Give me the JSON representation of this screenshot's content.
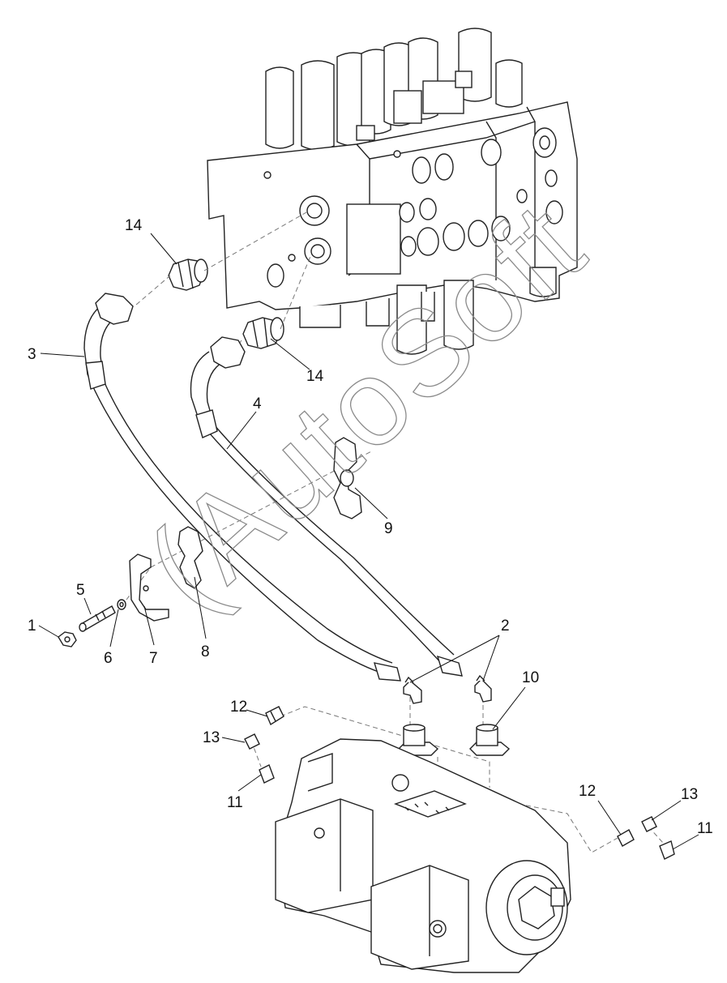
{
  "diagram": {
    "watermark": "(AutoSoft",
    "callouts": [
      {
        "id": "1",
        "text": "1"
      },
      {
        "id": "2",
        "text": "2"
      },
      {
        "id": "3",
        "text": "3"
      },
      {
        "id": "4",
        "text": "4"
      },
      {
        "id": "5",
        "text": "5"
      },
      {
        "id": "6",
        "text": "6"
      },
      {
        "id": "7",
        "text": "7"
      },
      {
        "id": "8",
        "text": "8"
      },
      {
        "id": "9",
        "text": "9"
      },
      {
        "id": "10",
        "text": "10"
      },
      {
        "id": "11a",
        "text": "11"
      },
      {
        "id": "11b",
        "text": "11"
      },
      {
        "id": "12a",
        "text": "12"
      },
      {
        "id": "12b",
        "text": "12"
      },
      {
        "id": "13a",
        "text": "13"
      },
      {
        "id": "13b",
        "text": "13"
      },
      {
        "id": "14a",
        "text": "14"
      },
      {
        "id": "14b",
        "text": "14"
      }
    ]
  }
}
